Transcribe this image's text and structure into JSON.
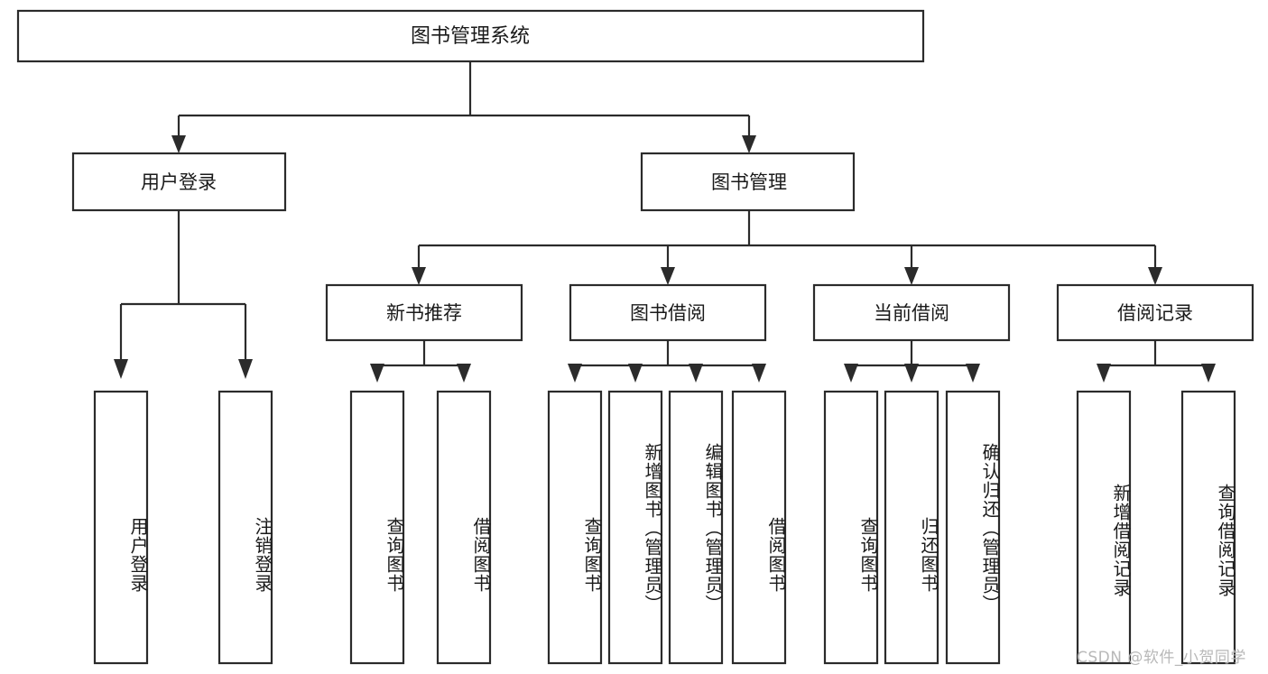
{
  "diagram": {
    "type": "tree-hierarchy",
    "title": "图书管理系统",
    "orientation": "top-down",
    "colors": {
      "box_stroke": "#2b2b2b",
      "box_fill": "#ffffff",
      "text": "#1a1a1a",
      "connector": "#2b2b2b",
      "watermark": "#b8b8b8",
      "background": "#ffffff"
    },
    "root": {
      "label": "图书管理系统"
    },
    "level2": [
      {
        "label": "用户登录"
      },
      {
        "label": "图书管理"
      }
    ],
    "level3": [
      {
        "label": "新书推荐"
      },
      {
        "label": "图书借阅"
      },
      {
        "label": "当前借阅"
      },
      {
        "label": "借阅记录"
      }
    ],
    "leaves": {
      "user_login": [
        {
          "label": "用户登录"
        },
        {
          "label": "注销登录"
        }
      ],
      "new_book_recommend": [
        {
          "label": "查询图书"
        },
        {
          "label": "借阅图书"
        }
      ],
      "book_borrow": [
        {
          "label": "查询图书"
        },
        {
          "label": "新增图书（管理员）"
        },
        {
          "label": "编辑图书（管理员）"
        },
        {
          "label": "借阅图书"
        }
      ],
      "current_borrow": [
        {
          "label": "查询图书"
        },
        {
          "label": "归还图书"
        },
        {
          "label": "确认归还（管理员）"
        }
      ],
      "borrow_records": [
        {
          "label": "新增借阅记录"
        },
        {
          "label": "查询借阅记录"
        }
      ]
    }
  },
  "watermark": {
    "text": "CSDN @软件_小贺同学"
  }
}
